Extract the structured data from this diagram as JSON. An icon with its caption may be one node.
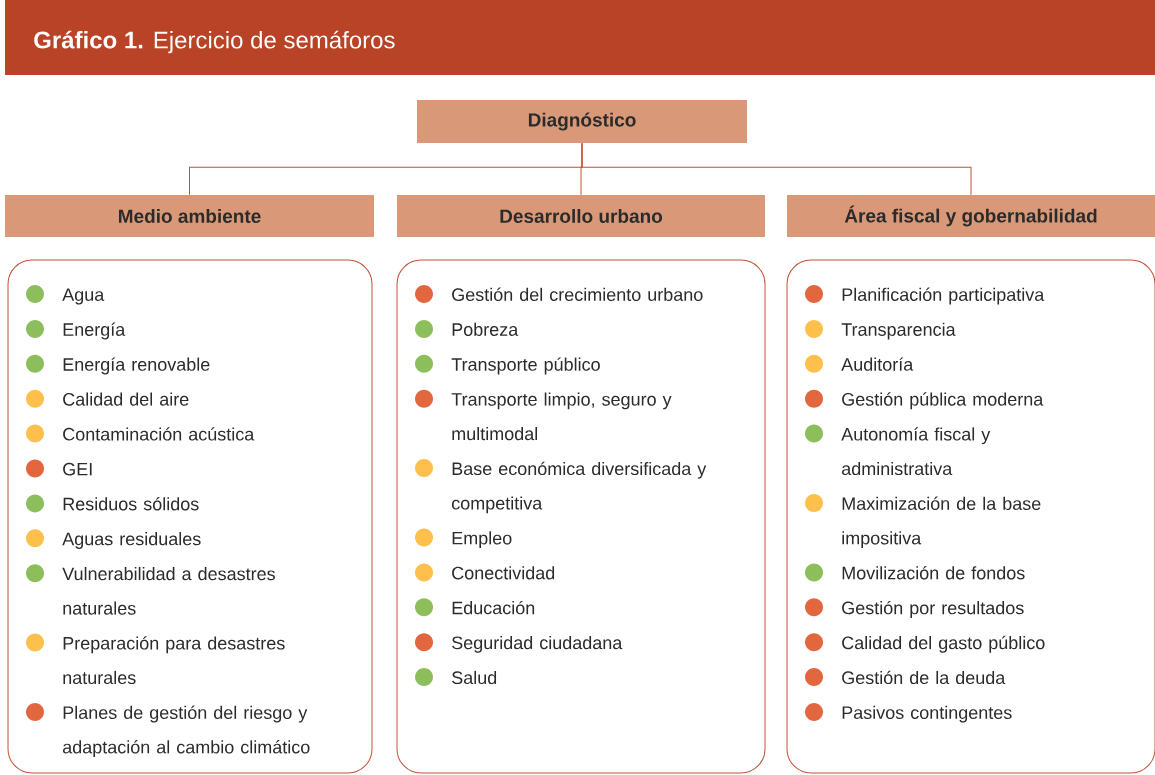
{
  "diagram": {
    "title": "**Gráfico 1.** Ejercicio de semáforos",
    "nodes": [
      {
        "text": [
          "Diagnóstico"
        ]
      },
      {
        "text": [
          "Medio ambiente"
        ]
      },
      {
        "text": [
          "Desarrollo urbano"
        ]
      },
      {
        "text": [
          "Área fiscal y gobernabilidad"
        ]
      },
      {
        "text": [],
        "shape": "box"
      },
      {
        "text": [
          "Agua"
        ],
        "in": 4
      },
      {
        "text": [
          "Energía"
        ],
        "in": 4
      },
      {
        "text": [
          "Energía renovable"
        ],
        "in": 4
      },
      {
        "text": [
          "Calidad del aire"
        ],
        "in": 4
      },
      {
        "text": [
          "Contaminación acústica"
        ],
        "in": 4
      },
      {
        "text": [
          "GEI"
        ],
        "in": 4
      },
      {
        "text": [
          "Residuos sólidos"
        ],
        "in": 4
      },
      {
        "text": [
          "Aguas residuales"
        ],
        "in": 4
      },
      {
        "text": [
          "Vulnerabilidad a desastres naturales"
        ],
        "in": 4
      },
      {
        "text": [
          "Preparación para desastres naturales"
        ],
        "in": 4
      },
      {
        "text": [
          "Planes de gestión del riesgo y adaptación al cambio climático"
        ],
        "in": 4
      },
      {
        "text": [],
        "shape": "box"
      },
      {
        "text": [
          "Gestión del crecimiento urbano"
        ],
        "in": 16
      },
      {
        "text": [
          "Pobreza"
        ],
        "in": 16
      },
      {
        "text": [
          "Transporte público"
        ],
        "in": 16
      },
      {
        "text": [
          "Transporte limpio, seguro y multimodal"
        ],
        "in": 16
      },
      {
        "text": [
          "Base económica diversificada y competitiva"
        ],
        "in": 16
      },
      {
        "text": [
          "Empleo"
        ],
        "in": 16
      },
      {
        "text": [
          "Conectividad"
        ],
        "in": 16
      },
      {
        "text": [
          "Educación"
        ],
        "in": 16
      },
      {
        "text": [
          "Seguridad ciudadana"
        ],
        "in": 16
      },
      {
        "text": [
          "Salud"
        ],
        "in": 16
      },
      {
        "text": [],
        "shape": "box"
      },
      {
        "text": [
          "Planificación participativa"
        ],
        "in": 27
      },
      {
        "text": [
          "Transparencia"
        ],
        "in": 27
      },
      {
        "text": [
          "Auditoría"
        ],
        "in": 27
      },
      {
        "text": [
          "Gestión pública moderna"
        ],
        "in": 27
      },
      {
        "text": [
          "Autonomía fiscal y administrativa"
        ],
        "in": 27
      },
      {
        "text": [
          "Maximización de la base impositiva"
        ],
        "in": 27
      },
      {
        "text": [
          "Movilización de fondos"
        ],
        "in": 27
      },
      {
        "text": [
          "Gestión por resultados"
        ],
        "in": 27
      },
      {
        "text": [
          "Calidad del gasto público"
        ],
        "in": 27
      },
      {
        "text": [
          "Gestión de la deuda"
        ],
        "in": 27
      },
      {
        "text": [
          "Pasivos contingentes"
        ],
        "in": 27
      }
    ],
    "edges": [
      {
        "from": 0,
        "to": 1,
        "arrow": "none"
      },
      {
        "from": 0,
        "to": 2,
        "arrow": "none"
      },
      {
        "from": 0,
        "to": 3,
        "arrow": "none"
      }
    ]
  }
}
